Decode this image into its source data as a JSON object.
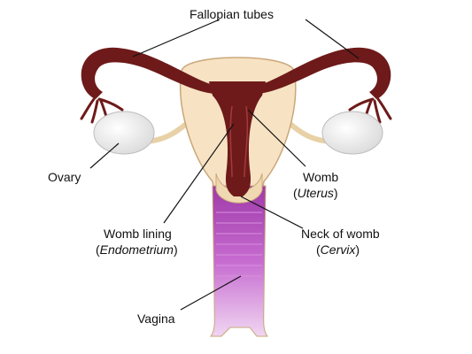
{
  "labels": {
    "fallopian_tubes": "Fallopian tubes",
    "ovary": "Ovary",
    "womb": "Womb",
    "womb_sci": "Uterus",
    "womb_lining": "Womb lining",
    "womb_lining_sci": "Endometrium",
    "neck_of_womb": "Neck of womb",
    "neck_of_womb_sci": "Cervix",
    "vagina": "Vagina"
  },
  "colors": {
    "tube": "#6e1a1a",
    "uterus_flesh": "#f7e3c3",
    "uterus_outline": "#c9a77a",
    "ovary": "#f2f2f2",
    "vagina": "#b84fc4",
    "leader_line": "#111111"
  }
}
